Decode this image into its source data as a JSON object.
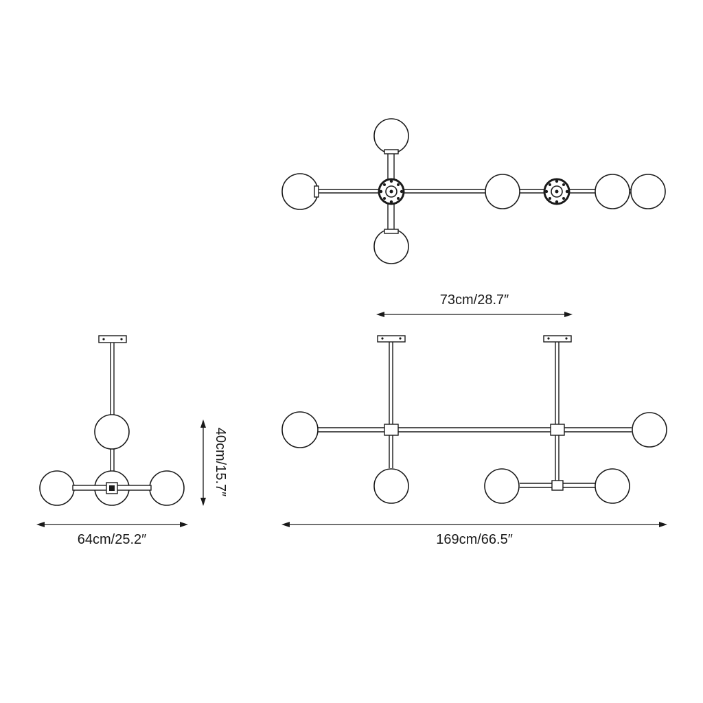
{
  "dimensions": {
    "spacing": "73cm/28.7″",
    "width": "64cm/25.2″",
    "height": "40cm/15.7″",
    "length": "169cm/66.5″"
  }
}
